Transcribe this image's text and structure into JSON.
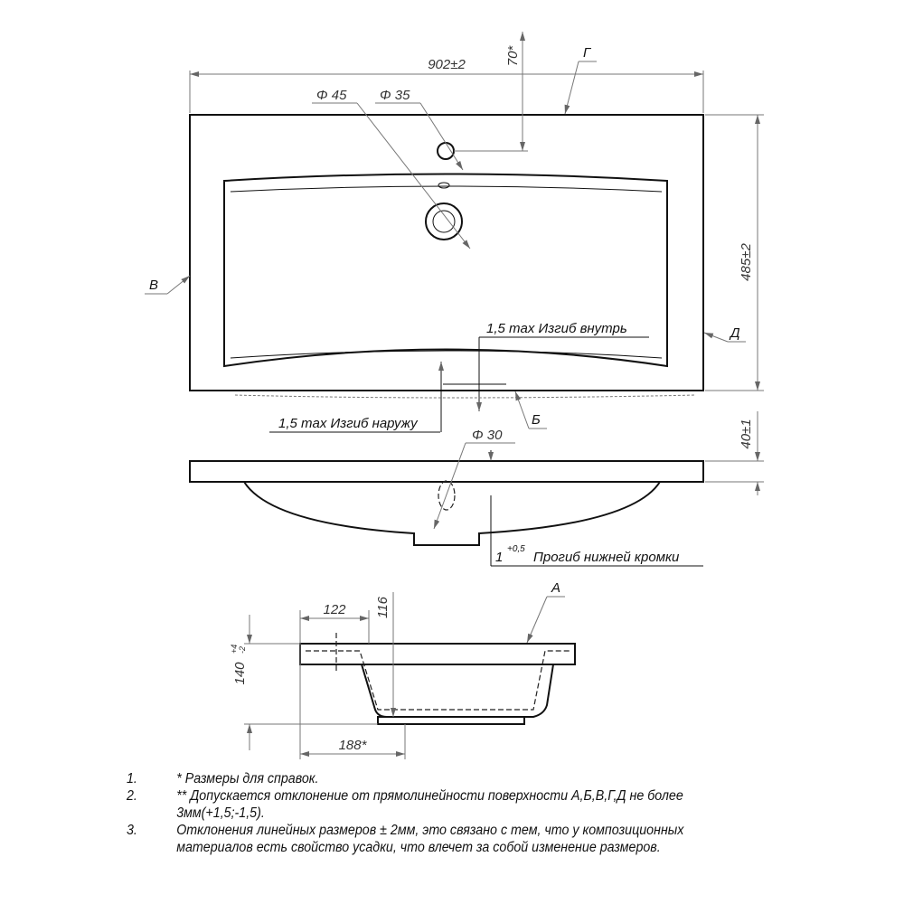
{
  "top_view": {
    "width_dim": "902±2",
    "depth_dim": "485±2",
    "offset_dim": "70*",
    "hole_45": "Φ 45",
    "hole_35": "Φ 35",
    "label_g": "Г",
    "label_v": "В",
    "label_d": "Д",
    "label_b": "Б",
    "bend_in": "1,5 max Изгиб внутрь",
    "bend_out": "1,5 max Изгиб наружу"
  },
  "side_view": {
    "thickness_dim": "40±1",
    "hole_30": "Φ 30",
    "sag_value": "1",
    "sag_tolerance": "+0,5",
    "sag_label": "Прогиб нижней кромки"
  },
  "section_view": {
    "label_a": "А",
    "dim_122": "122",
    "dim_116": "116",
    "dim_140": "140",
    "dim_140_tol_upper": "+4",
    "dim_140_tol_lower": "-2",
    "dim_188": "188*"
  },
  "notes": [
    {
      "num": "1.",
      "text": "* Размеры для справок."
    },
    {
      "num": "2.",
      "text": "** Допускается отклонение от прямолинейности поверхности А,Б,В,Г,Д не более 3мм(+1,5;-1,5)."
    },
    {
      "num": "3.",
      "text": "Отклонения линейных размеров ± 2мм, это связано с тем, что у композиционных материалов есть свойство усадки, что влечет за собой изменение размеров."
    }
  ]
}
